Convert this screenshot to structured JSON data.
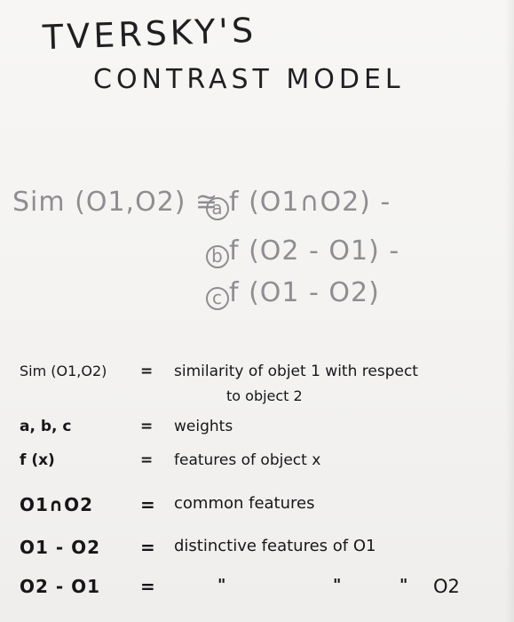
{
  "title": {
    "line1": "TVERSKY'S",
    "line2": "CONTRAST MODEL"
  },
  "formula": {
    "left": "Sim (O1,O2) ≅",
    "weight_a": "a",
    "term_a": "f (O1∩O2) -",
    "weight_b": "b",
    "term_b": "f (O2 - O1) -",
    "weight_c": "c",
    "term_c": "f (O1 - O2)"
  },
  "legend": {
    "rows": [
      {
        "term": "Sim (O1,O2)",
        "eq": "=",
        "def": "similarity of objet 1 with respect",
        "def2": "to object 2"
      },
      {
        "term": "a, b, c",
        "eq": "=",
        "def": "weights"
      },
      {
        "term": "f (x)",
        "eq": "=",
        "def": "features of object x"
      },
      {
        "term": "O1∩O2",
        "eq": "=",
        "def": "common features"
      },
      {
        "term": "O1 - O2",
        "eq": "=",
        "def": "distinctive features of O1"
      },
      {
        "term": "O2 - O1",
        "eq": "=",
        "ditto1": "\"",
        "ditto2": "\"",
        "ditto3": "\"",
        "def_end": "O2"
      }
    ]
  }
}
